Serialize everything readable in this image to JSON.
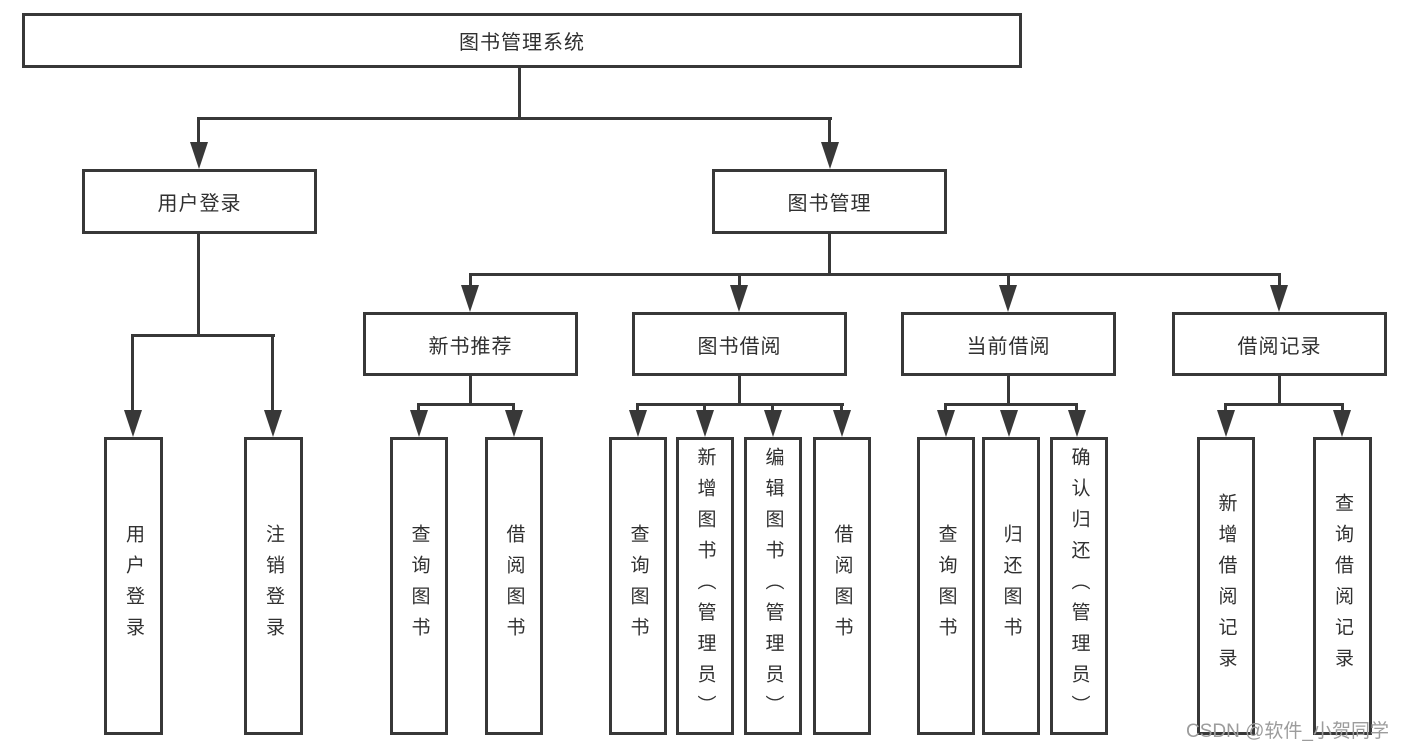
{
  "title": "图书管理系统",
  "watermark": "CSDN @软件_小贺同学",
  "colors": {
    "line": "#383838",
    "text": "#303030",
    "background": "#ffffff",
    "watermark": "#9c9c9c"
  },
  "level2": {
    "user_login": "用户登录",
    "book_management": "图书管理"
  },
  "level3": {
    "new_book_recommend": "新书推荐",
    "book_borrowing": "图书借阅",
    "current_borrowing": "当前借阅",
    "borrowing_records": "借阅记录"
  },
  "leaves": {
    "user_login_group": [
      "用户登录",
      "注销登录"
    ],
    "new_book_group": [
      "查询图书",
      "借阅图书"
    ],
    "book_borrowing_group": [
      "查询图书",
      "新增图书（管理员）",
      "编辑图书（管理员）",
      "借阅图书"
    ],
    "current_borrowing_group": [
      "查询图书",
      "归还图书",
      "确认归还（管理员）"
    ],
    "records_group": [
      "新增借阅记录",
      "查询借阅记录"
    ]
  }
}
